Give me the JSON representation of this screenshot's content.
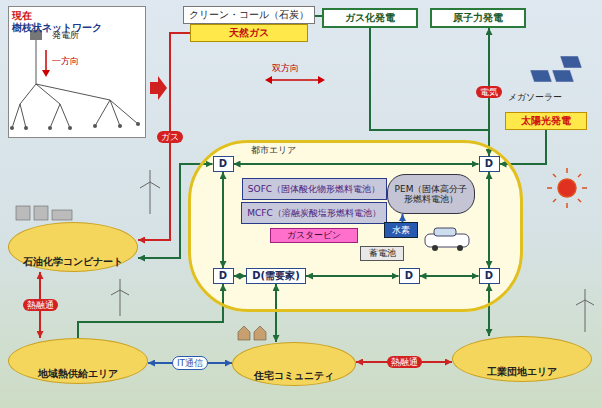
{
  "diagram": {
    "nodes": [
      {
        "text": [
          "現在",
          "樹枝状ネットワーク"
        ]
      },
      {
        "text": [
          "クリーン・コール（石炭）"
        ]
      },
      {
        "text": [
          "天然ガス"
        ]
      },
      {
        "text": [
          "ガス化発電"
        ]
      },
      {
        "text": [
          "原子力発電"
        ]
      },
      {
        "text": [
          "都市エリア"
        ]
      },
      {
        "text": [
          "太陽光発電"
        ]
      },
      {
        "text": [
          "D"
        ],
        "in": 5
      },
      {
        "text": [
          "D"
        ],
        "in": 5
      },
      {
        "text": [
          "SOFC（固体酸化物形燃料電池）"
        ],
        "in": 5
      },
      {
        "text": [
          "MCFC（溶融炭酸塩形燃料電池）"
        ],
        "in": 5
      },
      {
        "text": [
          "ガスタービン"
        ],
        "in": 5
      },
      {
        "text": [
          "PEM（固体高分子形燃料電池）"
        ],
        "in": 5
      },
      {
        "text": [
          "水素"
        ],
        "in": 5
      },
      {
        "text": [
          "蓄電池"
        ],
        "in": 5
      },
      {
        "text": [
          "D"
        ],
        "in": 5
      },
      {
        "text": [
          "D(需要家)"
        ],
        "in": 5
      },
      {
        "text": [
          "D"
        ],
        "in": 5
      },
      {
        "text": [
          "D"
        ],
        "in": 5
      },
      {
        "text": [
          "石油化学コンビナート"
        ]
      },
      {
        "text": [
          "地域熱供給エリア"
        ]
      },
      {
        "text": [
          "住宅コミュニティ"
        ]
      },
      {
        "text": [
          "工業団地エリア"
        ]
      }
    ],
    "edges": [
      {
        "from": 1,
        "to": 3,
        "arrow": "none"
      },
      {
        "from": 2,
        "to": 19,
        "label": "ガス",
        "arrow": "to"
      },
      {
        "from": 3,
        "to": 8,
        "arrow": "to"
      },
      {
        "from": 4,
        "to": 8,
        "label": "電気",
        "arrow": "both"
      },
      {
        "from": 6,
        "to": 8,
        "arrow": "to"
      },
      {
        "from": 7,
        "to": 8,
        "arrow": "both"
      },
      {
        "from": 7,
        "to": 15,
        "arrow": "both"
      },
      {
        "from": 15,
        "to": 16,
        "arrow": "both"
      },
      {
        "from": 16,
        "to": 17,
        "arrow": "both"
      },
      {
        "from": 17,
        "to": 18,
        "arrow": "both"
      },
      {
        "from": 18,
        "to": 8,
        "arrow": "both"
      },
      {
        "from": 13,
        "to": 12,
        "arrow": "to"
      },
      {
        "from": 19,
        "to": 7,
        "arrow": "both"
      },
      {
        "from": 15,
        "to": 20,
        "arrow": "both"
      },
      {
        "from": 16,
        "to": 21,
        "arrow": "both"
      },
      {
        "from": 18,
        "to": 22,
        "arrow": "both"
      },
      {
        "from": 19,
        "to": 20,
        "label": "熱融通",
        "arrow": "both"
      },
      {
        "from": 20,
        "to": 21,
        "label": "IT通信",
        "arrow": "both"
      },
      {
        "from": 21,
        "to": 22,
        "label": "熱融通",
        "arrow": "both"
      }
    ],
    "labels": [
      "発電所",
      "一方向",
      "双方向",
      "メガソーラー"
    ]
  }
}
